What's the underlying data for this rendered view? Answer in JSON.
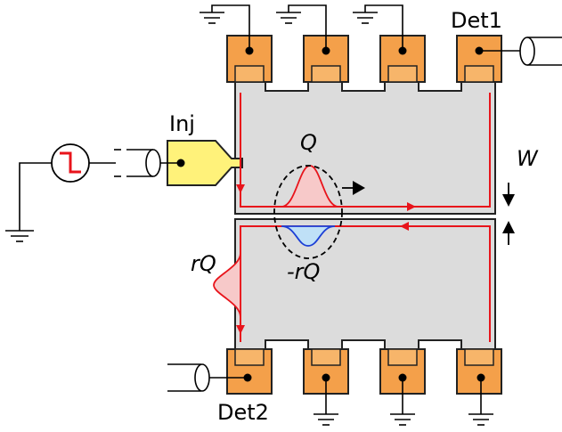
{
  "labels": {
    "det1": "Det1",
    "det2": "Det2",
    "inj": "Inj",
    "charge_q": "Q",
    "charge_neg_rq": "-rQ",
    "charge_rq": "rQ",
    "width": "W"
  },
  "colors": {
    "mesa": "#dcdcdc",
    "ohmic_contact": "#f4a04a",
    "ohmic_inner": "#f7b56a",
    "injector": "#fff27a",
    "edge_channel": "#e8141b",
    "pulse_red": "#f7c9c9",
    "pulse_blue": "#bfe0f7",
    "blue_line": "#1c3fd6"
  },
  "icons": [
    "ground-icon",
    "coax-cable-icon",
    "pulse-source-icon",
    "arrow-icon"
  ]
}
